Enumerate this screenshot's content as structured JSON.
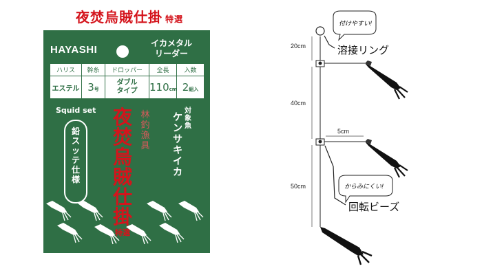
{
  "title": {
    "main": "夜焚烏賊仕掛",
    "suffix": "特選"
  },
  "package": {
    "brand": "HAYASHI",
    "product_lines": [
      "イカメタル",
      "リーダー"
    ],
    "spec_headers": [
      "ハリス",
      "幹糸",
      "ドロッパー",
      "全長",
      "入数"
    ],
    "spec_values": {
      "material": "エステル",
      "trunk_value": "3",
      "trunk_unit": "号",
      "dropper_lines": [
        "ダブル",
        "タイプ"
      ],
      "length_value": "110",
      "length_unit": "cm",
      "count_value": "2",
      "count_unit": "組入"
    },
    "squid_set": "Squid set",
    "vertical_main": [
      "夜",
      "焚",
      "烏",
      "賊",
      "仕",
      "掛"
    ],
    "vertical_special": "特選",
    "box_text": [
      "鉛",
      "ス",
      "ッ",
      "テ",
      "仕",
      "様"
    ],
    "maker_vertical": [
      "林",
      "釣",
      "漁",
      "具"
    ],
    "target_label": [
      "対",
      "象",
      "魚"
    ],
    "target_species": [
      "ケ",
      "ン",
      "サ",
      "キ",
      "イ",
      "カ"
    ],
    "colors": {
      "package_green": "#2f6f45",
      "title_red": "#d4141c",
      "maker_red": "#d55a5a"
    }
  },
  "diagram": {
    "segments": [
      "20cm",
      "40cm",
      "50cm"
    ],
    "branch_length": "5cm",
    "callouts": {
      "ring": "溶接リング",
      "beads": "回転ビーズ"
    },
    "bubbles": {
      "ring_note": "付けやすい!",
      "beads_note": "からみにくい!"
    }
  }
}
